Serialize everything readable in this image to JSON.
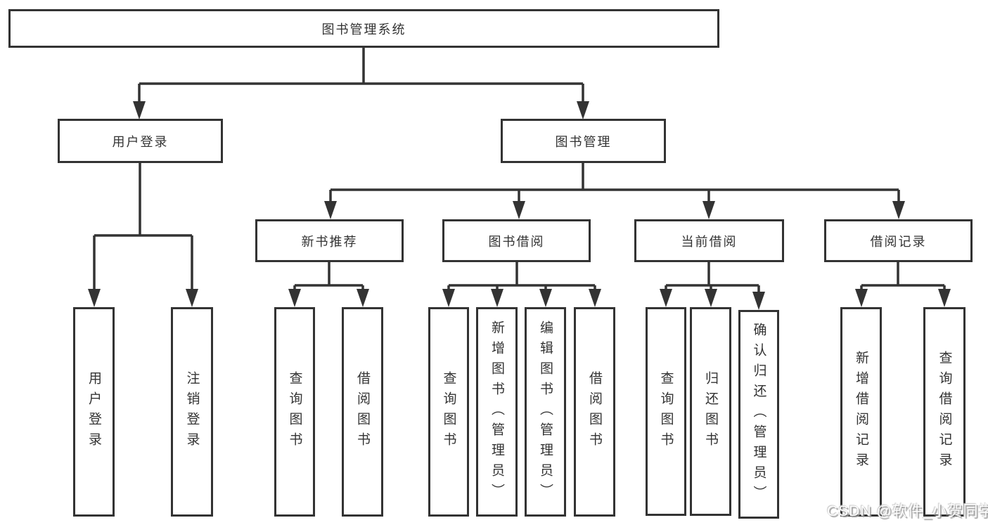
{
  "diagram": {
    "root_label": "图书管理系统",
    "level2": {
      "user_login": "用户登录",
      "book_management": "图书管理"
    },
    "level3": {
      "new_book_recommend": "新书推荐",
      "book_borrowing": "图书借阅",
      "current_borrowing": "当前借阅",
      "borrowing_records": "借阅记录"
    },
    "leaves": {
      "user_login_1": "用户登录",
      "user_login_2": "注销登录",
      "new_book_1": "查询图书",
      "new_book_2": "借阅图书",
      "book_borrow_1": "查询图书",
      "book_borrow_2": "新增图书（管理员）",
      "book_borrow_3": "编辑图书（管理员）",
      "book_borrow_4": "借阅图书",
      "current_borrow_1": "查询图书",
      "current_borrow_2": "归还图书",
      "current_borrow_3": "确认归还（管理员）",
      "borrow_record_1": "新增借阅记录",
      "borrow_record_2": "查询借阅记录"
    }
  },
  "watermark": {
    "text": "CSDN @软件_小贺同学",
    "text_color": "#fdfdfd",
    "shadow_color": "#9b9b9b"
  },
  "colors": {
    "line": "#333333",
    "box_border": "#333333",
    "text": "#333333",
    "background": "#ffffff"
  }
}
